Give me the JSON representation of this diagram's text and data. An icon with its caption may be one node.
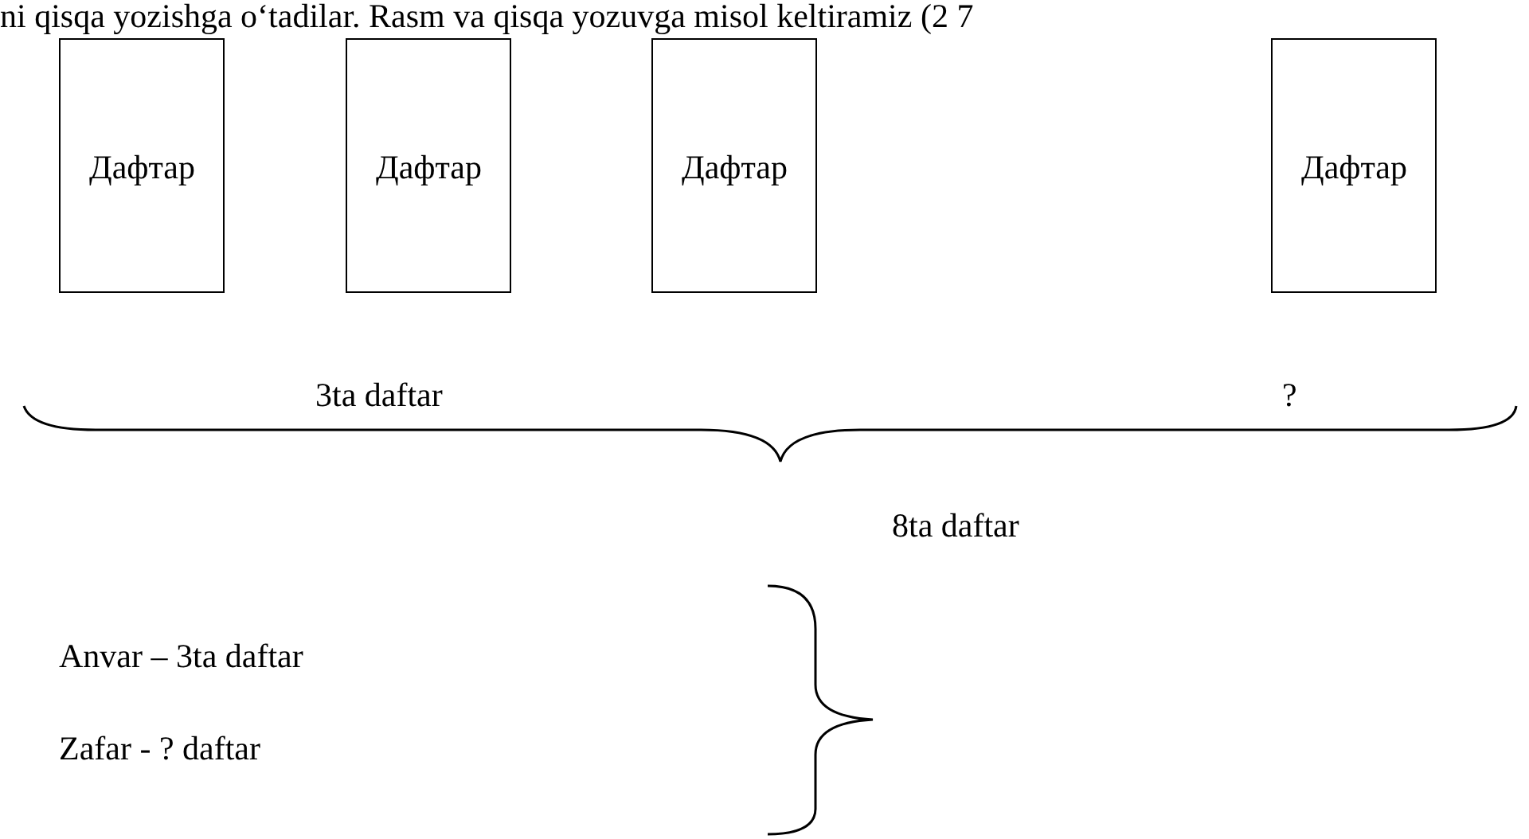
{
  "diagram": {
    "nodes": [
      {
        "text": [
          "Дафтар"
        ]
      },
      {
        "text": [
          "Дафтар"
        ]
      },
      {
        "text": [
          "Дафтар"
        ]
      },
      {
        "text": [
          "Дафтар"
        ]
      }
    ],
    "labels": [
      "ni qisqa yozishga o‘tadilar. Rasm va qisqa yozuvga misol keltiramiz (2 7",
      "3ta daftar",
      "?",
      "8ta daftar",
      "Anvar – 3ta daftar",
      "Zafar - ? daftar"
    ]
  }
}
